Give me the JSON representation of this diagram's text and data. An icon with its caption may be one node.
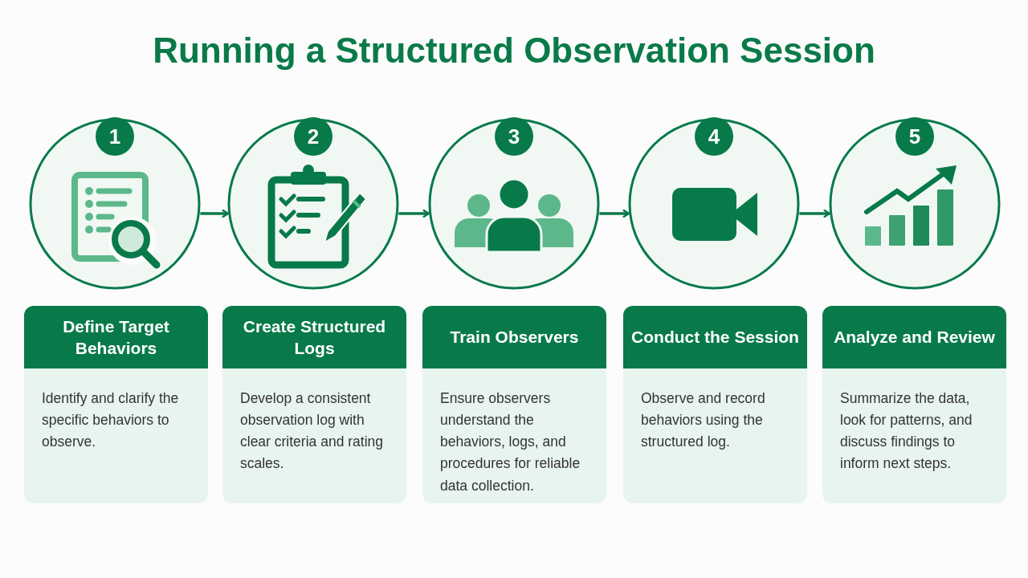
{
  "diagram": {
    "title": "Running a Structured Observation Session",
    "nodes": [
      {
        "text": [
          "1"
        ]
      },
      {
        "text": [
          "Define Target Behaviors",
          "Identify and clarify the specific behaviors to observe."
        ]
      },
      {
        "text": [
          "2"
        ]
      },
      {
        "text": [
          "Create Structured Logs",
          "Develop a consistent observation log with clear criteria and rating scales."
        ]
      },
      {
        "text": [
          "3"
        ]
      },
      {
        "text": [
          "Train Observers",
          "Ensure observers understand the behaviors, logs, and procedures for reliable data collection."
        ]
      },
      {
        "text": [
          "4"
        ]
      },
      {
        "text": [
          "Conduct the Session",
          "Observe and record behaviors using the structured log."
        ]
      },
      {
        "text": [
          "5"
        ]
      },
      {
        "text": [
          "Analyze and Review",
          "Summarize the data, look for patterns, and discuss findings to inform next steps."
        ]
      }
    ],
    "edges": [
      {
        "from": 0,
        "to": 2,
        "arrow": "to"
      },
      {
        "from": 2,
        "to": 4,
        "arrow": "to"
      },
      {
        "from": 4,
        "to": 6,
        "arrow": "to"
      },
      {
        "from": 6,
        "to": 8,
        "arrow": "to"
      }
    ]
  }
}
